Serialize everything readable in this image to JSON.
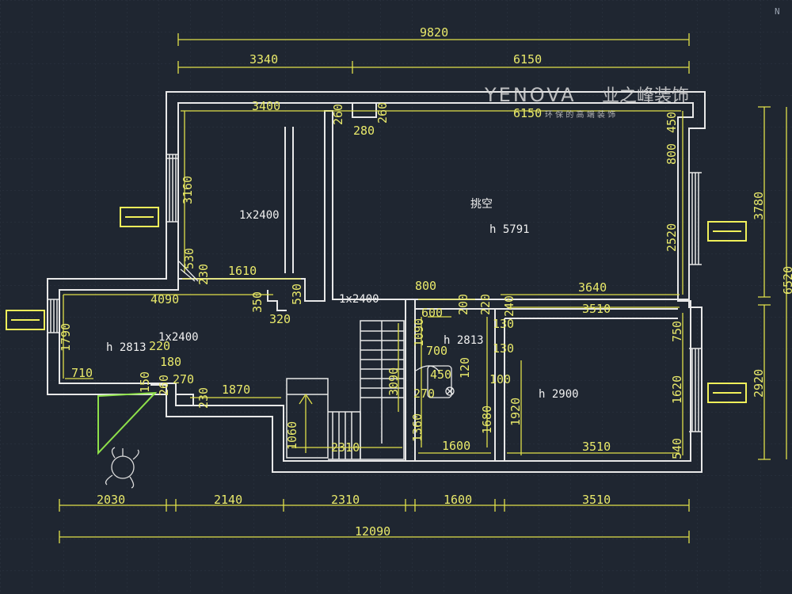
{
  "corner": {
    "letter": "N"
  },
  "watermark": {
    "brand": "YENOVA",
    "cn_name": "业之峰装饰",
    "tagline": "环 保 的 高 端 装 饰"
  },
  "overall": {
    "top_total": "9820",
    "top_left": "3340",
    "top_right": "6150",
    "bottom_total": "12090",
    "bottom_segments": [
      "2030",
      "2140",
      "2310",
      "1600",
      "3510"
    ],
    "right_top": "3780",
    "right_bottom": "2920",
    "right_overall": "6520"
  },
  "rooms": {
    "void_label": "挑空",
    "void_height": "h 5791",
    "left_bed_opening": "1x2400",
    "corridor_opening": "1x2400",
    "sw_opening": "1x2400",
    "sw_height": "h 2813",
    "mid_height": "h 2813",
    "se_height": "h 2900"
  },
  "dims": {
    "d3400": "3400",
    "d260a": "260",
    "d280": "280",
    "d260b": "260",
    "d6150": "6150",
    "d450": "450",
    "d800r": "800",
    "d2520": "2520",
    "d3780i": "3160",
    "d530": "530",
    "d230a": "230",
    "d1610": "1610",
    "d4090": "4090",
    "d350": "350",
    "d530b": "530",
    "d320": "320",
    "d800m": "800",
    "d600": "600",
    "d200": "200",
    "d220": "220",
    "d240": "240",
    "d3640": "3640",
    "d3510a": "3510",
    "d130a": "130",
    "d1090": "1090",
    "d700": "700",
    "d130b": "130",
    "d450m": "450",
    "d120": "120",
    "d100": "100",
    "d270m": "270",
    "d1360": "1360",
    "d3090": "3090",
    "d1600": "1600",
    "d1680": "1680",
    "d1920": "1920",
    "d3510b": "3510",
    "d750": "750",
    "d1620": "1620",
    "d540": "540",
    "d1790": "1790",
    "d220l": "220",
    "d180": "180",
    "d710": "710",
    "d270l": "270",
    "d150": "150",
    "d260l": "260",
    "d230l": "230",
    "d1870": "1870",
    "d1060": "1060",
    "d2310": "2310"
  }
}
